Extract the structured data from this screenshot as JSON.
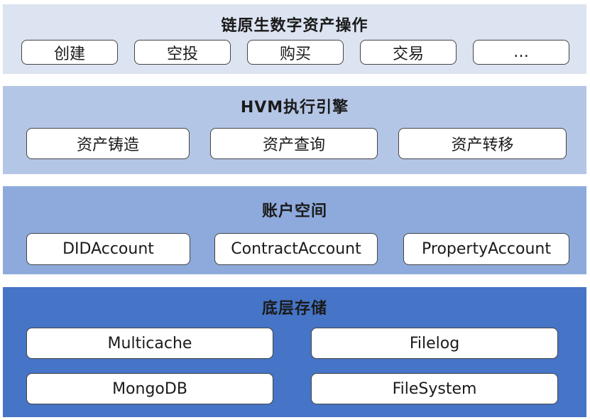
{
  "layers": [
    {
      "title": "链原生数字资产操作",
      "items": [
        "创建",
        "空投",
        "购买",
        "交易",
        "…"
      ]
    },
    {
      "title": "HVM执行引擎",
      "items": [
        "资产铸造",
        "资产查询",
        "资产转移"
      ]
    },
    {
      "title": "账户空间",
      "items": [
        "DIDAccount",
        "ContractAccount",
        "PropertyAccount"
      ]
    },
    {
      "title": "底层存储",
      "items": [
        "Multicache",
        "Filelog",
        "MongoDB",
        "FileSystem"
      ]
    }
  ],
  "colors": {
    "layer1_bg": "#dce3f1",
    "layer2_bg": "#b4c6e6",
    "layer3_bg": "#8eaadc",
    "layer4_bg": "#4674c6"
  }
}
